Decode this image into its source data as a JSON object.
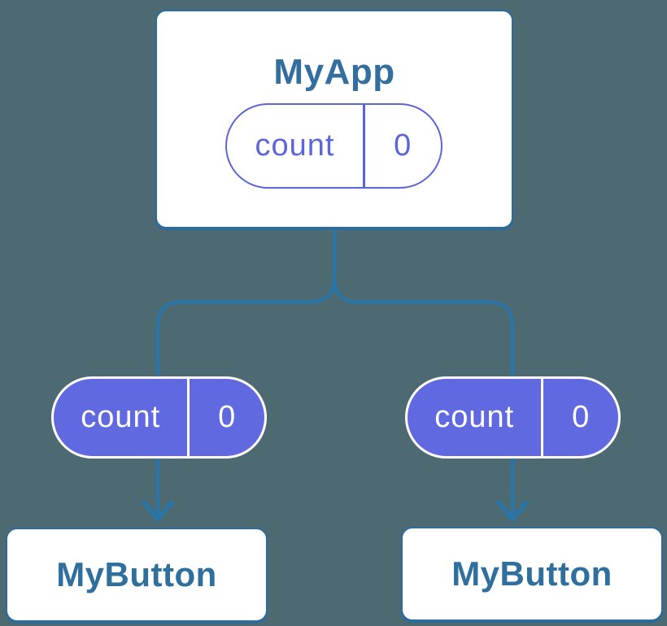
{
  "diagram": {
    "root": {
      "title": "MyApp",
      "state": {
        "name": "count",
        "value": "0"
      }
    },
    "children": [
      {
        "title": "MyButton",
        "prop": {
          "name": "count",
          "value": "0"
        }
      },
      {
        "title": "MyButton",
        "prop": {
          "name": "count",
          "value": "0"
        }
      }
    ],
    "colors": {
      "background": "#4D6A73",
      "connector_blue": "#2A74A6",
      "card_border_blue": "#2B6B9D",
      "title_text_blue": "#326E9E",
      "pill_purple_stroke": "#5C64DC",
      "pill_purple_fill": "#6169E0",
      "pill_text_on_fill": "#FFFFFF",
      "card_background": "#FFFFFF"
    }
  }
}
